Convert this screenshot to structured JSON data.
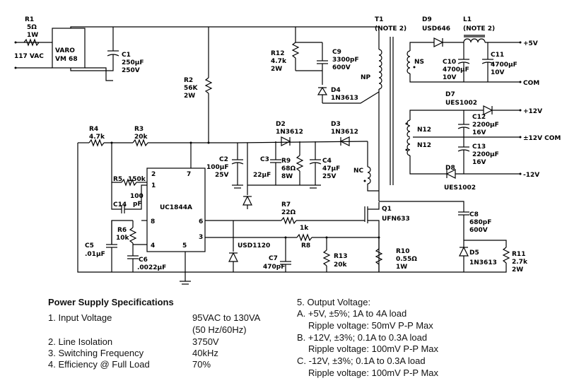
{
  "schematic": {
    "input": {
      "voltage": "117 VAC"
    },
    "r1": {
      "ref": "R1",
      "value": "5Ω",
      "power": "1W"
    },
    "bridge": {
      "line1": "VARO",
      "line2": "VM 68"
    },
    "c1": {
      "ref": "C1",
      "value": "250µF",
      "voltage": "250V"
    },
    "r2": {
      "ref": "R2",
      "value": "56K",
      "power": "2W"
    },
    "r12": {
      "ref": "R12",
      "value": "4.7k",
      "power": "2W"
    },
    "c9": {
      "ref": "C9",
      "value": "3300pF",
      "voltage": "600V"
    },
    "d4": {
      "ref": "D4",
      "part": "1N3613"
    },
    "t1": {
      "ref": "T1",
      "note": "(NOTE 2)",
      "np": "NP",
      "ns": "NS",
      "n12a": "N12",
      "n12b": "N12",
      "nc": "NC"
    },
    "d9": {
      "ref": "D9",
      "part": "USD646"
    },
    "l1": {
      "ref": "L1",
      "note": "(NOTE 2)"
    },
    "c10": {
      "ref": "C10",
      "value": "4700µF",
      "voltage": "10V"
    },
    "c11": {
      "ref": "C11",
      "value": "4700µF",
      "voltage": "10V"
    },
    "out5v": {
      "label": "+5V"
    },
    "com1": {
      "label": "COM"
    },
    "d7": {
      "ref": "D7",
      "part": "UES1002"
    },
    "c12": {
      "ref": "C12",
      "value": "2200µF",
      "voltage": "16V"
    },
    "c13": {
      "ref": "C13",
      "value": "2200µF",
      "voltage": "16V"
    },
    "d8": {
      "ref": "D8",
      "part": "UES1002"
    },
    "out12p": {
      "label": "+12V"
    },
    "out12com": {
      "label": "±12V COM"
    },
    "out12n": {
      "label": "-12V"
    },
    "r4": {
      "ref": "R4",
      "value": "4.7k"
    },
    "r3": {
      "ref": "R3",
      "value": "20k"
    },
    "d2": {
      "ref": "D2",
      "part": "1N3612"
    },
    "d3": {
      "ref": "D3",
      "part": "1N3612"
    },
    "c2": {
      "ref": "C2",
      "value": "100µF",
      "voltage": "25V"
    },
    "c3": {
      "ref": "C3",
      "value": "22µF"
    },
    "r9": {
      "ref": "R9",
      "value": "68Ω",
      "power": "8W"
    },
    "c4": {
      "ref": "C4",
      "value": "47µF",
      "voltage": "25V"
    },
    "r5": {
      "ref": "R5",
      "value": "150k"
    },
    "c14": {
      "ref": "C14",
      "value": "100",
      "unit": "pF"
    },
    "ic": {
      "name": "UC1844A",
      "pin1": "1",
      "pin2": "2",
      "pin3": "3",
      "pin4": "4",
      "pin5": "5",
      "pin6": "6",
      "pin7": "7",
      "pin8": "8"
    },
    "r6": {
      "ref": "R6",
      "value": "10k"
    },
    "c5": {
      "ref": "C5",
      "value": ".01µF"
    },
    "c6": {
      "ref": "C6",
      "value": ".0022µF"
    },
    "r7": {
      "ref": "R7",
      "value": "22Ω"
    },
    "r8": {
      "ref": "R8",
      "value": "1k"
    },
    "d1": {
      "part": "USD1120"
    },
    "c7": {
      "ref": "C7",
      "value": "470pF"
    },
    "r13": {
      "ref": "R13",
      "value": "20k"
    },
    "q1": {
      "ref": "Q1",
      "part": "UFN633"
    },
    "r10": {
      "ref": "R10",
      "value": "0.55Ω",
      "power": "1W"
    },
    "c8": {
      "ref": "C8",
      "value": "680pF",
      "voltage": "600V"
    },
    "d5": {
      "ref": "D5",
      "part": "1N3613"
    },
    "r11": {
      "ref": "R11",
      "value": "2.7k",
      "power": "2W"
    }
  },
  "specs": {
    "title": "Power Supply Specifications",
    "items": [
      {
        "label": "1. Input Voltage",
        "value": "95VAC to 130VA",
        "value2": "(50 Hz/60Hz)"
      },
      {
        "label": "2. Line Isolation",
        "value": "3750V"
      },
      {
        "label": "3. Switching Frequency",
        "value": "40kHz"
      },
      {
        "label": "4. Efficiency @ Full Load",
        "value": "70%"
      }
    ],
    "output": {
      "title": "5. Output Voltage:",
      "a": "A. +5V, ±5%; 1A to 4A load",
      "a_ripple": "Ripple voltage: 50mV P-P Max",
      "b": "B. +12V, ±3%; 0.1A to 0.3A load",
      "b_ripple": "Ripple voltage: 100mV P-P Max",
      "c": "C. -12V, ±3%; 0.1A to 0.3A load",
      "c_ripple": "Ripple voltage: 100mV P-P Max"
    }
  }
}
